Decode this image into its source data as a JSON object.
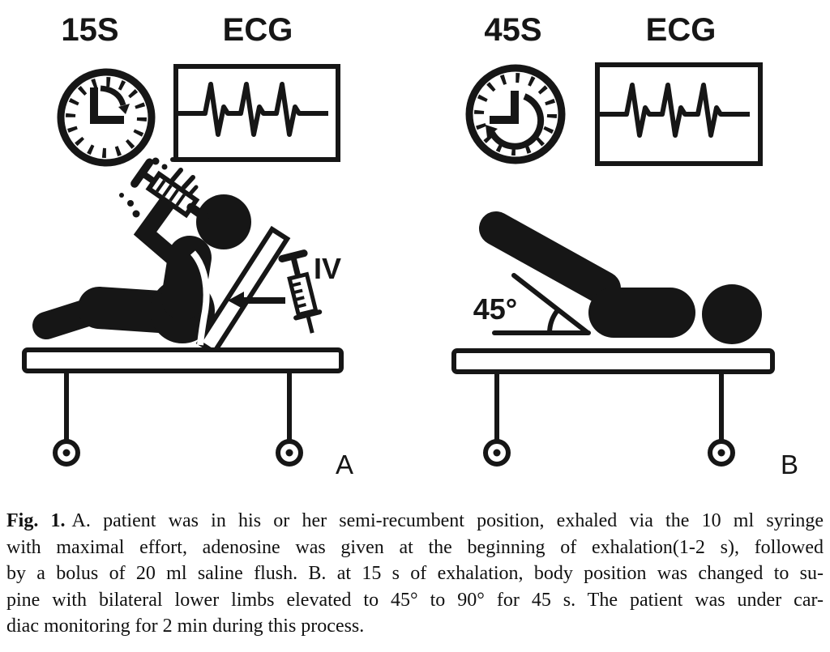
{
  "figure": {
    "panel_a": {
      "timer_label": "15S",
      "monitor_label": "ECG",
      "iv_label": "IV",
      "panel_letter": "A"
    },
    "panel_b": {
      "timer_label": "45S",
      "monitor_label": "ECG",
      "angle_label": "45°",
      "panel_letter": "B"
    }
  },
  "caption": {
    "fig_label": "Fig. 1.",
    "lines": [
      "A. patient was in his or her semi-recumbent position, exhaled via the 10 ml syringe",
      "with maximal effort, adenosine was given at the beginning of exhalation(1-2 s), followed",
      "by a bolus of 20 ml saline flush. B. at 15 s of exhalation, body position was changed to su-",
      "pine with bilateral lower limbs elevated to 45° to 90° for 45 s. The patient was under car-",
      "diac monitoring for 2 min during this process."
    ]
  },
  "colors": {
    "ink": "#161616",
    "background": "#ffffff"
  }
}
